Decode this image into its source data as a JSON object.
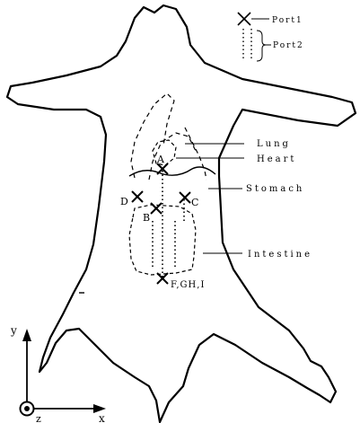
{
  "legend": {
    "port1": "Port1",
    "port2": "Port2"
  },
  "organs": {
    "lung": "Lung",
    "heart": "Heart",
    "stomach": "Stomach",
    "intestine": "Intestine"
  },
  "points": {
    "a": "A",
    "b": "B",
    "c": "C",
    "d": "D",
    "fghi": "F,GH,I"
  },
  "axes": {
    "y": "y",
    "z": "z",
    "x": "x"
  }
}
